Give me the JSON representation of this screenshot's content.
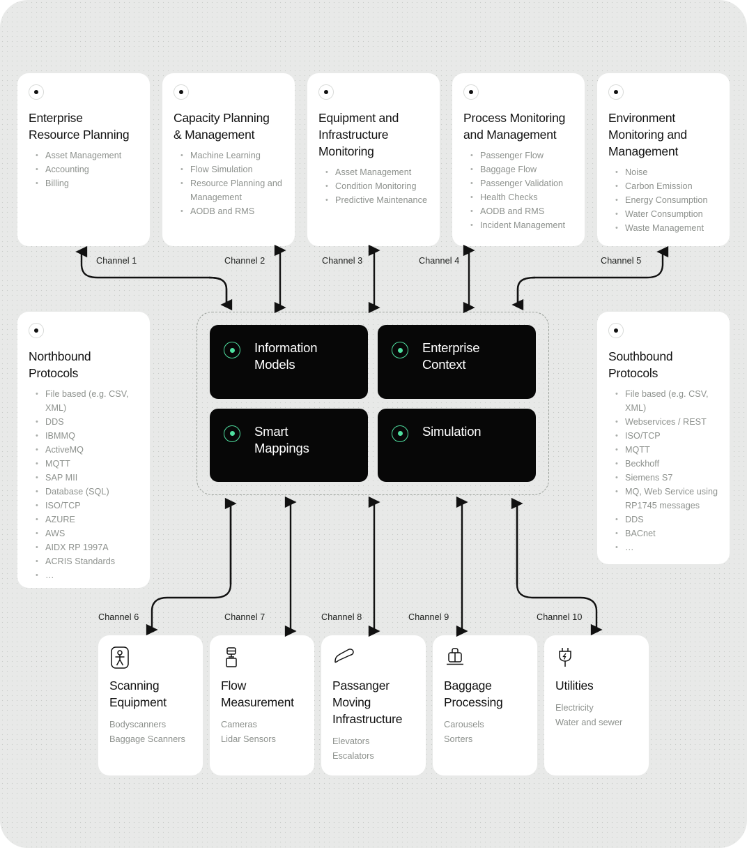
{
  "theme": {
    "background": "#e8e9e8",
    "card_background": "#ffffff",
    "tile_background": "#070707",
    "accent": "#4fe0a0",
    "text_primary": "#111111",
    "text_muted": "#8d918d"
  },
  "top_cards": [
    {
      "title": "Enterprise\nResource Planning",
      "items": [
        "Asset Management",
        "Accounting",
        "Billing"
      ]
    },
    {
      "title": "Capacity Planning\n& Management",
      "items": [
        "Machine Learning",
        "Flow Simulation",
        "Resource Planning and Management",
        "AODB and RMS"
      ]
    },
    {
      "title": "Equipment and\nInfrastructure\nMonitoring",
      "items": [
        "Asset Management",
        "Condition Monitoring",
        "Predictive Maintenance"
      ]
    },
    {
      "title": "Process Monitoring\nand Management",
      "items": [
        "Passenger Flow",
        "Baggage Flow",
        "Passenger Validation",
        "Health Checks",
        "AODB and RMS",
        "Incident Management"
      ]
    },
    {
      "title": "Environment\nMonitoring and\nManagement",
      "items": [
        "Noise",
        "Carbon Emission",
        "Energy Consumption",
        "Water Consumption",
        "Waste Management"
      ]
    }
  ],
  "northbound": {
    "title": "Northbound\nProtocols",
    "items": [
      "File based (e.g. CSV, XML)",
      "DDS",
      "IBMMQ",
      "ActiveMQ",
      "MQTT",
      "SAP MII",
      "Database (SQL)",
      "ISO/TCP",
      "AZURE",
      "AWS",
      "AIDX RP 1997A",
      "ACRIS Standards",
      "…"
    ]
  },
  "southbound": {
    "title": "Southbound\nProtocols",
    "items": [
      "File based (e.g. CSV, XML)",
      "Webservices / REST",
      "ISO/TCP",
      "MQTT",
      "Beckhoff",
      "Siemens S7",
      "MQ, Web Service using RP1745 messages",
      "DDS",
      "BACnet",
      "…"
    ]
  },
  "platform": {
    "tiles": [
      {
        "label": "Information\nModels"
      },
      {
        "label": "Enterprise\nContext"
      },
      {
        "label": "Smart\nMappings"
      },
      {
        "label": "Simulation"
      }
    ]
  },
  "bottom_cards": [
    {
      "icon": "bodyscanner-icon",
      "title": "Scanning\nEquipment",
      "lines": [
        "Bodyscanners",
        "Baggage Scanners"
      ]
    },
    {
      "icon": "camera-sensor-icon",
      "title": "Flow\nMeasurement",
      "lines": [
        "Cameras",
        "Lidar Sensors"
      ]
    },
    {
      "icon": "escalator-icon",
      "title": "Passanger\nMoving\nInfrastructure",
      "lines": [
        "Elevators",
        "Escalators"
      ]
    },
    {
      "icon": "suitcase-icon",
      "title": "Baggage\nProcessing",
      "lines": [
        "Carousels",
        "Sorters"
      ]
    },
    {
      "icon": "power-plug-icon",
      "title": "Utilities",
      "lines": [
        "Electricity",
        "Water and sewer"
      ]
    }
  ],
  "channels": [
    {
      "label": "Channel 1"
    },
    {
      "label": "Channel 2"
    },
    {
      "label": "Channel 3"
    },
    {
      "label": "Channel 4"
    },
    {
      "label": "Channel 5"
    },
    {
      "label": "Channel 6"
    },
    {
      "label": "Channel 7"
    },
    {
      "label": "Channel 8"
    },
    {
      "label": "Channel 9"
    },
    {
      "label": "Channel 10"
    }
  ]
}
